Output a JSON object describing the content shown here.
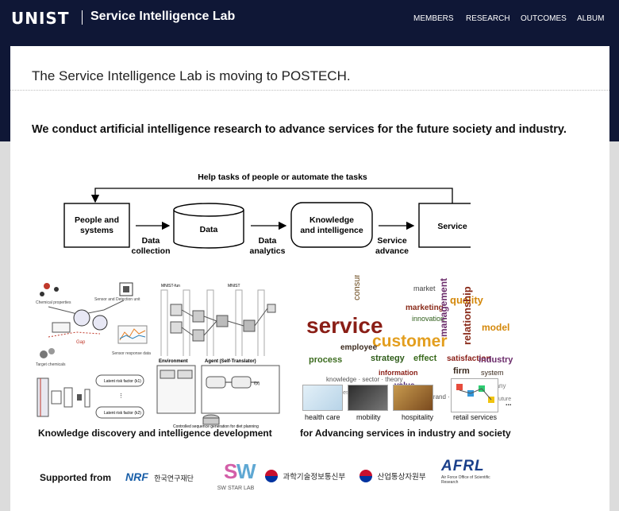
{
  "header": {
    "logo": "UNIST",
    "lab_name": "Service Intelligence Lab",
    "nav": [
      "MEMBERS",
      "RESEARCH",
      "OUTCOMES",
      "ALBUM"
    ]
  },
  "notice": "The Service Intelligence Lab is moving to POSTECH.",
  "mission": "We conduct artificial intelligence research to advance services for the future society and industry.",
  "diagram": {
    "loop_label": "Help tasks of people or automate the tasks",
    "nodes": [
      "People and systems",
      "Data",
      "Knowledge and intelligence",
      "Service"
    ],
    "edges": [
      "Data collection",
      "Data analytics",
      "Service advance"
    ]
  },
  "captions": {
    "left": "Knowledge discovery and intelligence development",
    "right": "for Advancing services in industry and society"
  },
  "services": [
    "health care",
    "mobility",
    "hospitality",
    "retail services",
    "..."
  ],
  "word_cloud": [
    "service",
    "customer",
    "consumer",
    "marketing",
    "quality",
    "management",
    "innovation",
    "industry",
    "firm",
    "process",
    "employee",
    "satisfaction",
    "strategy",
    "value",
    "model",
    "system",
    "effect",
    "information",
    "relationship"
  ],
  "supported": {
    "label": "Supported from",
    "sponsors": [
      "NRF",
      "한국연구재단",
      "SW STAR LAB",
      "과학기술정보통신부",
      "산업통상자원부",
      "AFRL",
      "Air Force Office of Scientific Research"
    ]
  }
}
